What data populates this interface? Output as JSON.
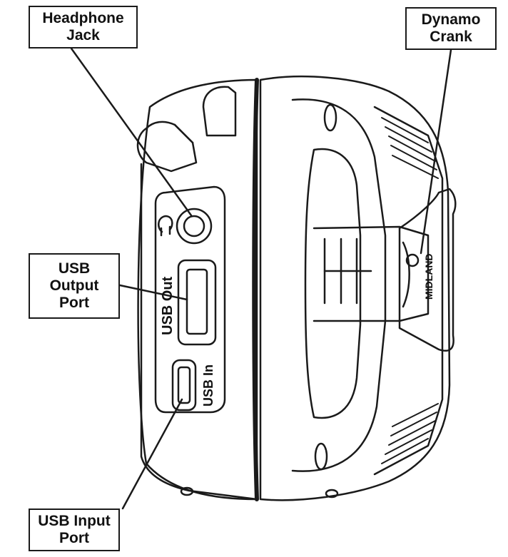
{
  "callouts": {
    "headphone_jack": {
      "line1": "Headphone",
      "line2": "Jack"
    },
    "dynamo_crank": {
      "line1": "Dynamo",
      "line2": "Crank"
    },
    "usb_output_port": {
      "line1": "USB",
      "line2": "Output",
      "line3": "Port"
    },
    "usb_input_port": {
      "line1": "USB Input",
      "line2": "Port"
    }
  },
  "device_labels": {
    "usb_out": "USB Out",
    "usb_in": "USB In",
    "brand": "MIDLAND"
  },
  "colors": {
    "line": "#1a1a1a",
    "background": "#ffffff"
  }
}
